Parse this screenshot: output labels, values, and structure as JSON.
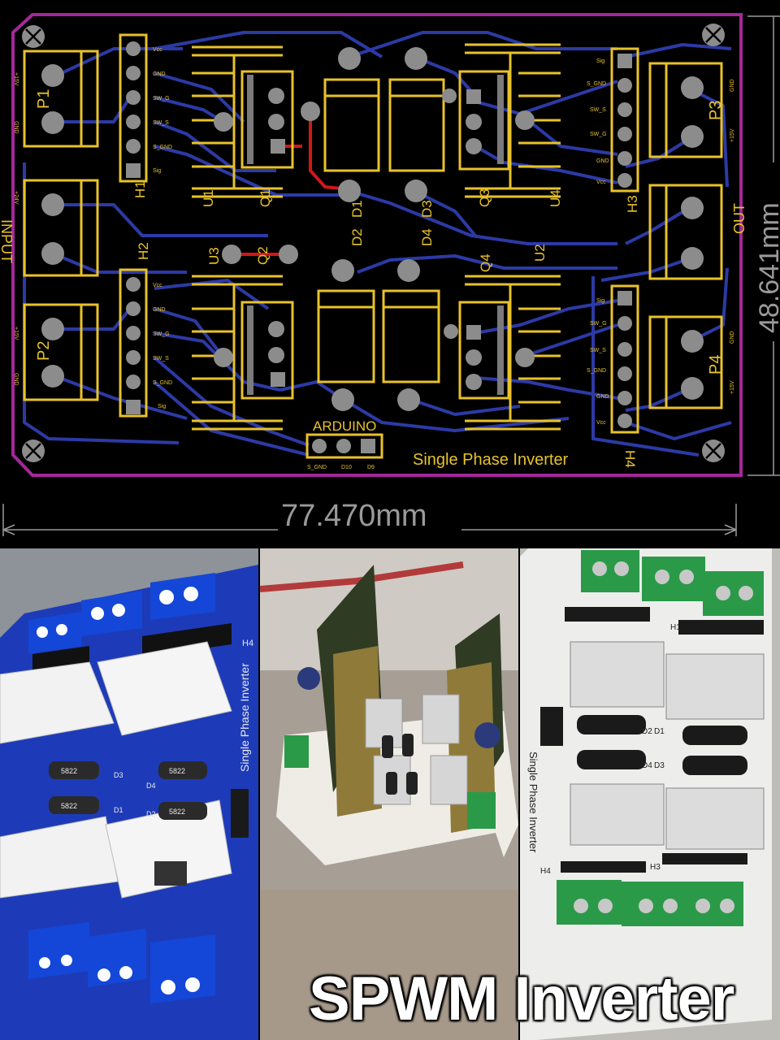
{
  "pcb": {
    "title": "Single Phase Inverter",
    "arduino_label": "ARDUINO",
    "arduino_pins": [
      "S_GND",
      "D10",
      "D9"
    ],
    "width_dim": "77.470mm",
    "height_dim": "48.641mm",
    "components": {
      "p1": "P1",
      "p2": "P2",
      "p3": "P3",
      "p4": "P4",
      "h1": "H1",
      "h2": "H2",
      "h3": "H3",
      "h4": "H4",
      "u1": "U1",
      "u2": "U2",
      "u3": "U3",
      "u4": "U4",
      "q1": "Q1",
      "q2": "Q2",
      "q3": "Q3",
      "q4": "Q4",
      "d1": "D1",
      "d2": "D2",
      "d3": "D3",
      "d4": "D4",
      "input": "INPUT",
      "out": "OUT"
    },
    "p1_pins": [
      "+15V",
      "GND"
    ],
    "input_pins": [
      "+24V"
    ],
    "p2_pins": [
      "+15V",
      "GND"
    ],
    "p3_pins": [
      "GND",
      "+15V"
    ],
    "p4_pins": [
      "GND",
      "+15V"
    ],
    "h1_pins": [
      "Vcc",
      "GND",
      "SW_G",
      "SW_S",
      "S_GND",
      "Sig"
    ],
    "h2_pins": [
      "Vcc",
      "GND",
      "SW_G",
      "SW_S",
      "S_GND",
      "Sig"
    ],
    "h3_pins": [
      "Sig",
      "S_GND",
      "SW_S",
      "SW_G",
      "GND",
      "Vcc"
    ],
    "h4_pins": [
      "Sig",
      "SW_G",
      "SW_S",
      "S_GND",
      "GND",
      "Vcc"
    ]
  },
  "render3d": {
    "header": "H4",
    "board_text": "Single Phase Inverter",
    "diode_mark": "5822",
    "diode_labels": [
      "D3",
      "D4",
      "D1",
      "D2"
    ]
  },
  "finished": {
    "board_text": "Single Phase Inverter",
    "labels": [
      "D2",
      "D1",
      "D4",
      "D3",
      "H1",
      "H4",
      "H3"
    ]
  },
  "banner": "SPWM Inverter",
  "colors": {
    "board_bg": "#000000",
    "outline": "#a3289a",
    "silkscreen": "#e8c22a",
    "bottom_trace": "#2c3aa6",
    "top_trace": "#d01818",
    "pad": "#8c8c8c",
    "render_board": "#1d3bb8",
    "terminal_blue": "#1447d8",
    "terminal_green": "#2a9a48"
  }
}
